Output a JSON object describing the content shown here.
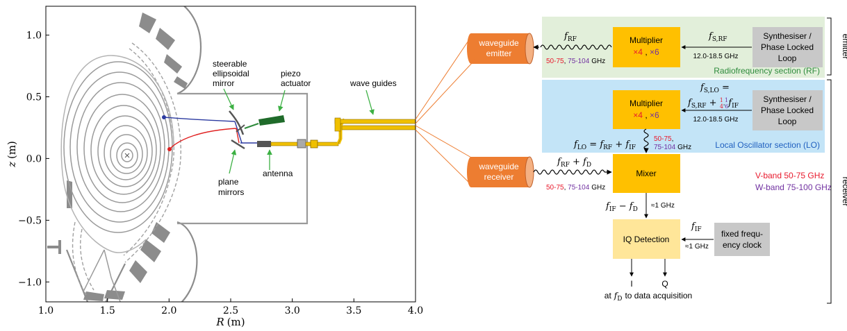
{
  "plot": {
    "xlabel_var": "R",
    "xlabel_unit": "(m)",
    "ylabel_var": "z",
    "ylabel_unit": "(m)",
    "xticks": [
      "1.0",
      "1.5",
      "2.0",
      "2.5",
      "3.0",
      "3.5",
      "4.0"
    ],
    "yticks": [
      "1.0",
      "0.5",
      "0.0",
      "−0.5",
      "−1.0"
    ],
    "xlim": [
      1.0,
      4.0
    ],
    "ylim": [
      -1.2,
      1.25
    ],
    "annotations": {
      "mirror_l1": "steerable",
      "mirror_l2": "ellipsoidal",
      "mirror_l3": "mirror",
      "piezo_l1": "piezo",
      "piezo_l2": "actuator",
      "waveguides": "wave guides",
      "plane_l1": "plane",
      "plane_l2": "mirrors",
      "antenna": "antenna"
    }
  },
  "diagram": {
    "waveguide_emitter_l1": "waveguide",
    "waveguide_emitter_l2": "emitter",
    "waveguide_receiver_l1": "waveguide",
    "waveguide_receiver_l2": "receiver",
    "multiplier_rf_title": "Multiplier",
    "multiplier_rf_x4": "×4",
    "multiplier_rf_x6": "×6",
    "multiplier_lo_title": "Multiplier",
    "multiplier_lo_x4": "×4",
    "multiplier_lo_x6": "×6",
    "synth_rf_l1": "Synthesiser /",
    "synth_rf_l2": "Phase Locked",
    "synth_rf_l3": "Loop",
    "synth_lo_l1": "Synthesiser /",
    "synth_lo_l2": "Phase Locked",
    "synth_lo_l3": "Loop",
    "mixer": "Mixer",
    "iq_detection": "IQ Detection",
    "clock_l1": "fixed frequ-",
    "clock_l2": "ency clock",
    "rf_section": "Radiofrequency section (RF)",
    "lo_section": "Local Oscillator section (LO)",
    "freq_rf_range": "12.0-18.5 GHz",
    "freq_lo_range": "12.0-18.5 GHz",
    "band_v_a": "50-75",
    "band_w_a": "75-104",
    "band_v_b": "50-75",
    "band_w_b": "75-104",
    "band_v_c": "50-75",
    "band_w_c": "75-104",
    "ghz": "GHz",
    "approx_1ghz_a": "≈1 GHz",
    "approx_1ghz_b": "≈1 GHz",
    "v_band_legend": "V-band 50-75 GHz",
    "w_band_legend": "W-band 75-100 GHz",
    "emitter_side": "emitter",
    "receiver_side": "receiver",
    "out_i": "I",
    "out_q": "Q",
    "at": "at",
    "to_daq": "to data acquisition",
    "eq_srf": "f",
    "colors": {
      "orange": "#ed7d31",
      "gold": "#ffc000",
      "grey": "#c8c8c8",
      "rf_bg": "#e2efda",
      "lo_bg": "#c3e4f7",
      "iq_bg": "#ffe699",
      "vband": "#e8192c",
      "wband": "#7030a0",
      "green": "#2e8b3c"
    }
  }
}
